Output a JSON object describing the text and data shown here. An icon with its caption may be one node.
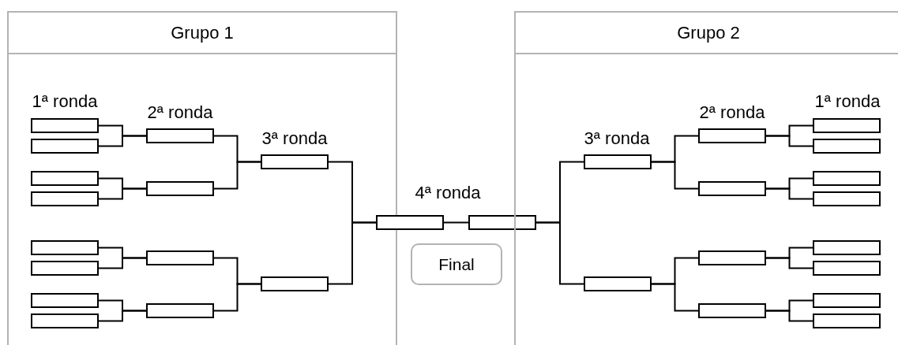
{
  "diagram": {
    "nodes": [
      {
        "text": [
          "Grupo 1"
        ]
      },
      {
        "text": [],
        "shape": "box",
        "in": 0
      },
      {
        "text": [],
        "shape": "box",
        "in": 0
      },
      {
        "text": [],
        "shape": "box",
        "in": 0
      },
      {
        "text": [],
        "shape": "box",
        "in": 0
      },
      {
        "text": [],
        "shape": "box",
        "in": 0
      },
      {
        "text": [],
        "shape": "box",
        "in": 0
      },
      {
        "text": [],
        "shape": "box",
        "in": 0
      },
      {
        "text": [],
        "shape": "box",
        "in": 0
      },
      {
        "text": [],
        "shape": "box",
        "in": 0
      },
      {
        "text": [],
        "shape": "box",
        "in": 0
      },
      {
        "text": [],
        "shape": "box",
        "in": 0
      },
      {
        "text": [],
        "shape": "box",
        "in": 0
      },
      {
        "text": [],
        "shape": "box",
        "in": 0
      },
      {
        "text": [],
        "shape": "box",
        "in": 0
      },
      {
        "text": [],
        "shape": "box"
      },
      {
        "text": [
          "Final"
        ]
      },
      {
        "text": [],
        "shape": "box"
      },
      {
        "text": [
          "Grupo 2"
        ]
      },
      {
        "text": [],
        "shape": "box",
        "in": 18
      },
      {
        "text": [],
        "shape": "box",
        "in": 18
      },
      {
        "text": [],
        "shape": "box",
        "in": 18
      },
      {
        "text": [],
        "shape": "box",
        "in": 18
      },
      {
        "text": [],
        "shape": "box",
        "in": 18
      },
      {
        "text": [],
        "shape": "box",
        "in": 18
      },
      {
        "text": [],
        "shape": "box",
        "in": 18
      },
      {
        "text": [],
        "shape": "box",
        "in": 18
      },
      {
        "text": [],
        "shape": "box",
        "in": 18
      },
      {
        "text": [],
        "shape": "box",
        "in": 18
      },
      {
        "text": [],
        "shape": "box",
        "in": 18
      },
      {
        "text": [],
        "shape": "box",
        "in": 18
      },
      {
        "text": [],
        "shape": "box",
        "in": 18
      },
      {
        "text": [],
        "shape": "box",
        "in": 18
      }
    ],
    "edges": [
      {
        "from": 1,
        "to": 9,
        "arrow": "none"
      },
      {
        "from": 2,
        "to": 9,
        "arrow": "none"
      },
      {
        "from": 3,
        "to": 10,
        "arrow": "none"
      },
      {
        "from": 4,
        "to": 10,
        "arrow": "none"
      },
      {
        "from": 5,
        "to": 11,
        "arrow": "none"
      },
      {
        "from": 6,
        "to": 11,
        "arrow": "none"
      },
      {
        "from": 7,
        "to": 12,
        "arrow": "none"
      },
      {
        "from": 8,
        "to": 12,
        "arrow": "none"
      },
      {
        "from": 9,
        "to": 13,
        "arrow": "none"
      },
      {
        "from": 10,
        "to": 13,
        "arrow": "none"
      },
      {
        "from": 11,
        "to": 14,
        "arrow": "none"
      },
      {
        "from": 12,
        "to": 14,
        "arrow": "none"
      },
      {
        "from": 13,
        "to": 15,
        "arrow": "none"
      },
      {
        "from": 14,
        "to": 15,
        "arrow": "none"
      },
      {
        "from": 15,
        "to": 17,
        "arrow": "none"
      },
      {
        "from": 19,
        "to": 17,
        "arrow": "none"
      },
      {
        "from": 20,
        "to": 17,
        "arrow": "none"
      },
      {
        "from": 21,
        "to": 19,
        "arrow": "none"
      },
      {
        "from": 22,
        "to": 19,
        "arrow": "none"
      },
      {
        "from": 23,
        "to": 20,
        "arrow": "none"
      },
      {
        "from": 24,
        "to": 20,
        "arrow": "none"
      },
      {
        "from": 25,
        "to": 21,
        "arrow": "none"
      },
      {
        "from": 26,
        "to": 21,
        "arrow": "none"
      },
      {
        "from": 27,
        "to": 22,
        "arrow": "none"
      },
      {
        "from": 28,
        "to": 22,
        "arrow": "none"
      },
      {
        "from": 29,
        "to": 23,
        "arrow": "none"
      },
      {
        "from": 30,
        "to": 23,
        "arrow": "none"
      },
      {
        "from": 31,
        "to": 24,
        "arrow": "none"
      },
      {
        "from": 32,
        "to": 24,
        "arrow": "none"
      }
    ],
    "labels": [
      "1ª ronda",
      "2ª ronda",
      "2ª ronda",
      "1ª ronda",
      "3ª ronda",
      "3ª ronda",
      "4ª ronda"
    ]
  }
}
